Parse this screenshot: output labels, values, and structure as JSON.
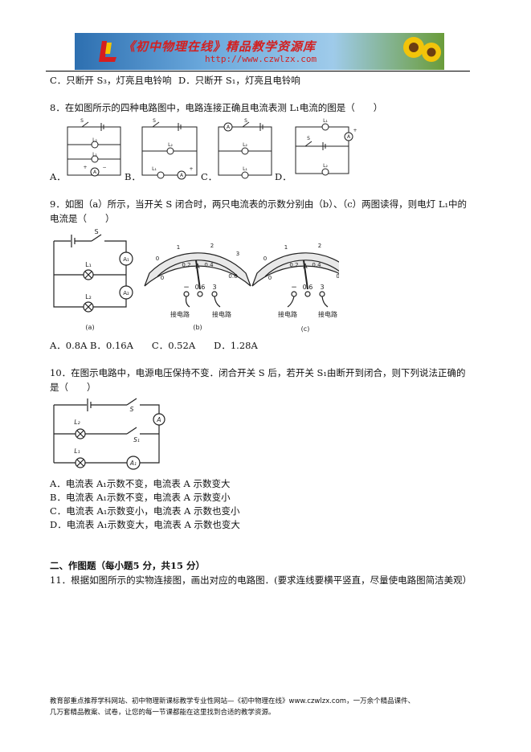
{
  "header": {
    "banner_title": "《初中物理在线》精品教学资源库",
    "banner_url": "http://www.czwlzx.com"
  },
  "prev_options": {
    "c": "C．只断开 S₃，灯亮且电铃响",
    "d": "D．只断开 S₁，灯亮且电铃响"
  },
  "q8": {
    "stem": "8．在如图所示的四种电路图中，电路连接正确且电流表测 L₁电流的图是（　　）",
    "labels": [
      "A．",
      "B．",
      "C．",
      "D．"
    ],
    "diagram_text": {
      "s": "S",
      "l1": "L₁",
      "l2": "L₂",
      "a": "A",
      "plus": "+",
      "minus": "−"
    }
  },
  "q9": {
    "stem_line1": "9．如图（a）所示，当开关 S 闭合时，两只电流表的示数分别由（b）、（c）两图读得，则电灯 L₁中的",
    "stem_line2": "电流是（　　）",
    "options": "A．0.8A B．0.16A　　C．0.52A　　D．1.28A",
    "fig": {
      "s": "S",
      "l1": "L₁",
      "l2": "L₂",
      "a1": "A₁",
      "a2": "A₂",
      "cap_a": "(a)",
      "cap_b": "(b)",
      "cap_c": "(c)",
      "scale_top": [
        "0",
        "1",
        "2",
        "3"
      ],
      "scale_bottom": [
        "0",
        "0.2",
        "0.4",
        "0.6"
      ],
      "meter_symbol": "A",
      "terminals": [
        "−",
        "0.6",
        "3"
      ],
      "connect": "接电路"
    }
  },
  "q10": {
    "stem_line1": "10．在图示电路中，电源电压保持不变．闭合开关 S 后，若开关 S₁由断开到闭合，则下列说法正确的",
    "stem_line2": "是（　　）",
    "fig": {
      "s": "S",
      "s1": "S₁",
      "l1": "L₁",
      "l2": "L₂",
      "a": "A",
      "a1": "A₁"
    },
    "options": [
      "A．电流表 A₁示数不变，电流表 A 示数变大",
      "B．电流表 A₁示数不变，电流表 A 示数变小",
      "C．电流表 A₁示数变小，电流表 A 示数也变小",
      "D．电流表 A₁示数变大，电流表 A 示数也变大"
    ]
  },
  "section2": {
    "heading": "二、作图题（每小题5 分，共15 分）",
    "q11": "11．根据如图所示的实物连接图，画出对应的电路图．(要求连线要横平竖直，尽量使电路图简洁美观）"
  },
  "footer": {
    "line1": "教育部重点推荐学科网站、初中物理新课标教学专业性网站—《初中物理在线》www.czwlzx.com，一万余个精品课件、",
    "line2": "几万套精品教案、试卷，让您的每一节课都能在这里找到合适的教学资源。"
  }
}
